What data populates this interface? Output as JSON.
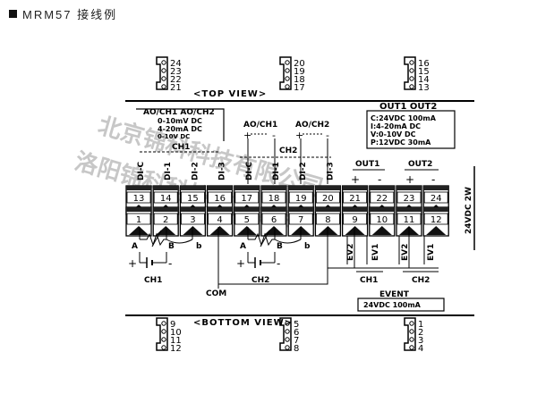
{
  "title": "MRM57 接线例",
  "top_connectors": [
    {
      "pins": [
        "24",
        "23",
        "22",
        "21"
      ]
    },
    {
      "pins": [
        "20",
        "19",
        "18",
        "17"
      ]
    },
    {
      "pins": [
        "16",
        "15",
        "14",
        "13"
      ]
    }
  ],
  "bottom_connectors": [
    {
      "pins": [
        "9",
        "10",
        "11",
        "12"
      ]
    },
    {
      "pins": [
        "5",
        "6",
        "7",
        "8"
      ]
    },
    {
      "pins": [
        "1",
        "2",
        "3",
        "4"
      ]
    }
  ],
  "top_view_label": "<TOP VIEW>",
  "bottom_view_label": "<BOTTOM VIEW>",
  "ao_box": {
    "header": "AO/CH1  AO/CH2",
    "lines": [
      "0-10mV DC",
      "4-20mA DC",
      "0-10V DC"
    ]
  },
  "ao_ch1_label": "AO/CH1",
  "ao_ch2_label": "AO/CH2",
  "out_box": {
    "header": "OUT1  OUT2",
    "lines": [
      "C:24VDC 100mA",
      "I:4-20mA DC",
      "V:0-10V DC",
      "P:12VDC 30mA"
    ]
  },
  "ch1_top_label": "CH1",
  "ch2_top_label": "CH2",
  "out1_label": "OUT1",
  "out2_label": "OUT2",
  "di_labels": [
    "DI-C",
    "DI-1",
    "DI-2",
    "DI-3",
    "DI-C",
    "DI-1",
    "DI-2",
    "DI-3"
  ],
  "top_terminals": [
    "13",
    "14",
    "15",
    "16",
    "17",
    "18",
    "19",
    "20",
    "21",
    "22",
    "23",
    "24"
  ],
  "bottom_terminals": [
    "1",
    "2",
    "3",
    "4",
    "5",
    "6",
    "7",
    "8",
    "9",
    "10",
    "11",
    "12"
  ],
  "power_label": "24VDC 2W",
  "rtd_labels": [
    "A",
    "B",
    "b"
  ],
  "ch1_bottom_label": "CH1",
  "ch2_bottom_label": "CH2",
  "com_label": "COM",
  "ev_labels": [
    "EV2",
    "EV1",
    "EV2",
    "EV1"
  ],
  "ev_ch1_label": "CH1",
  "ev_ch2_label": "CH2",
  "event_box": {
    "header": "EVENT",
    "value": "24VDC 100mA"
  },
  "plus_sign": "+",
  "minus_sign": "-",
  "watermark_top": "北京锦科科技有限公司",
  "watermark_bottom": "洛阳锦科科技有限公司"
}
